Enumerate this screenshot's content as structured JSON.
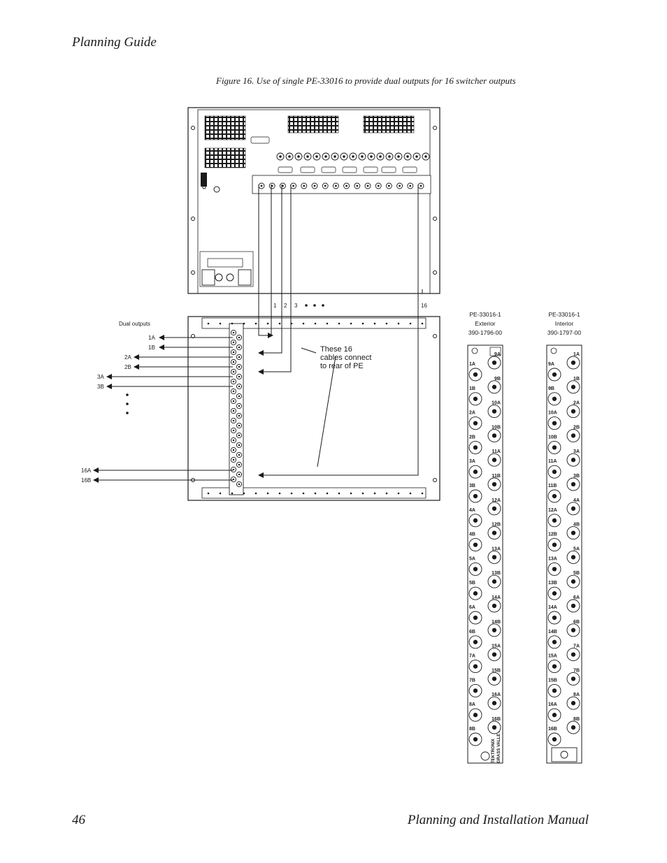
{
  "page": {
    "running_head": "Planning Guide",
    "figure_caption": "Figure 16.  Use of single PE-33016 to provide dual outputs for 16 switcher outputs",
    "page_number": "46",
    "footer_title": "Planning and Installation Manual"
  },
  "figure": {
    "cable_numbers": [
      "1",
      "2",
      "3",
      "16"
    ],
    "dual_outputs_label": "Dual outputs",
    "output_labels": [
      "1A",
      "1B",
      "2A",
      "2B",
      "3A",
      "3B",
      "16A",
      "16B"
    ],
    "callout_lines": [
      "These 16",
      "cables connect",
      "to rear of PE"
    ]
  },
  "panels": {
    "exterior": {
      "title": "PE-33016-1",
      "subtitle": "Exterior",
      "part_number": "390-1796-00",
      "left_labels": [
        "1A",
        "1B",
        "2A",
        "2B",
        "3A",
        "3B",
        "4A",
        "4B",
        "5A",
        "5B",
        "6A",
        "6B",
        "7A",
        "7B",
        "8A",
        "8B"
      ],
      "right_labels": [
        "9A",
        "9B",
        "10A",
        "10B",
        "11A",
        "11B",
        "12A",
        "12B",
        "13A",
        "13B",
        "14A",
        "14B",
        "15A",
        "15B",
        "16A",
        "16B"
      ],
      "brand_lines": [
        "TEKTRONIX",
        "GRASS VALLEY"
      ]
    },
    "interior": {
      "title": "PE-33016-1",
      "subtitle": "Interior",
      "part_number": "390-1797-00",
      "left_labels": [
        "9A",
        "9B",
        "10A",
        "10B",
        "11A",
        "11B",
        "12A",
        "12B",
        "13A",
        "13B",
        "14A",
        "14B",
        "15A",
        "15B",
        "16A",
        "16B"
      ],
      "right_labels": [
        "1A",
        "1B",
        "2A",
        "2B",
        "3A",
        "3B",
        "4A",
        "4B",
        "5A",
        "5B",
        "6A",
        "6B",
        "7A",
        "7B",
        "8A",
        "8B"
      ]
    }
  }
}
